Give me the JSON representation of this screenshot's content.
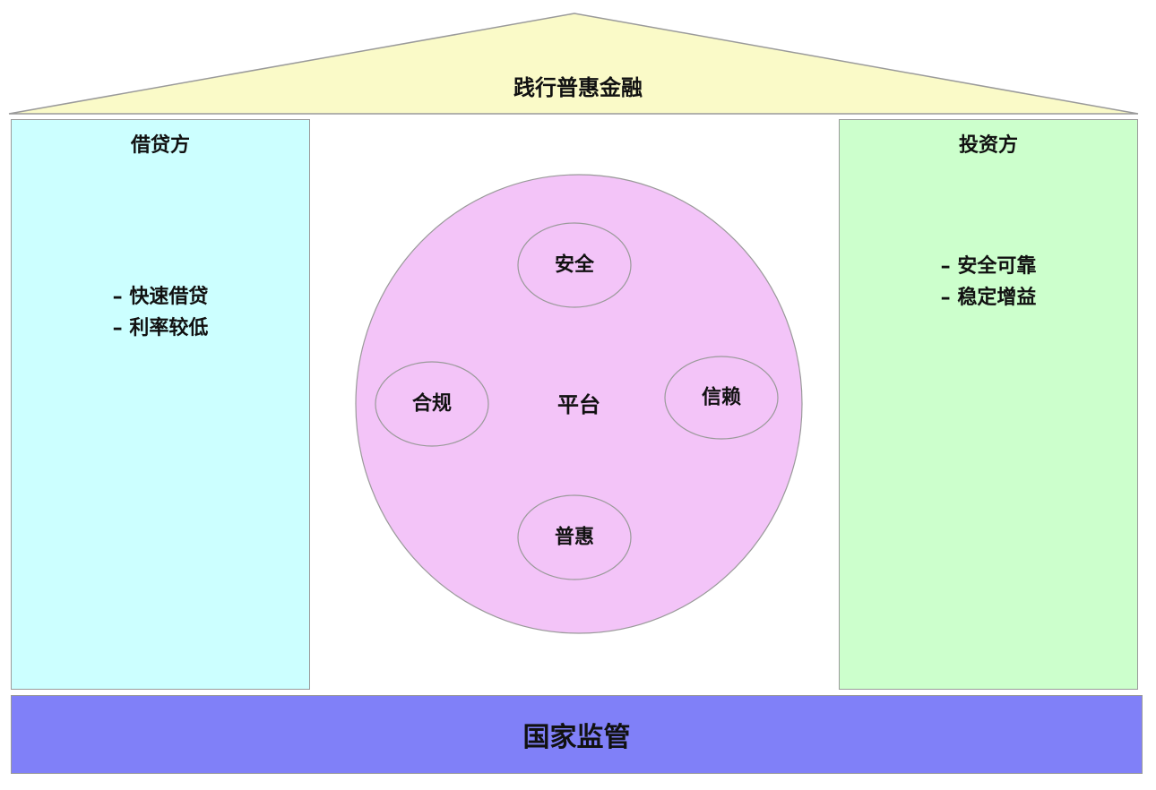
{
  "roof": {
    "title": "践行普惠金融",
    "fill": "#fafac8"
  },
  "left_pillar": {
    "title": "借贷方",
    "items": [
      "– 快速借贷",
      "– 利率较低"
    ],
    "fill": "#ccffff"
  },
  "right_pillar": {
    "title": "投资方",
    "items": [
      "– 安全可靠",
      "– 稳定增益"
    ],
    "fill": "#ccffcc"
  },
  "platform": {
    "center_label": "平台",
    "fill": "#f3c4f8",
    "nodes": {
      "top": "安全",
      "left": "合规",
      "right": "信赖",
      "bottom": "普惠"
    }
  },
  "base": {
    "label": "国家监管",
    "fill": "#8080f8"
  },
  "colors": {
    "border": "#9a9a9a",
    "text": "#111111"
  }
}
